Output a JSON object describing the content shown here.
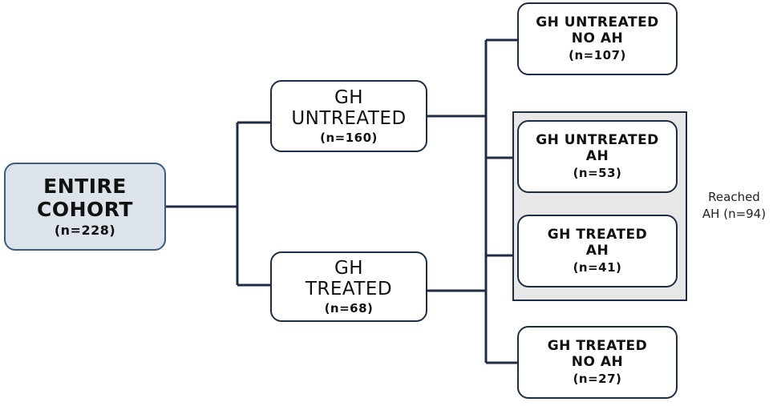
{
  "diagram": {
    "root": {
      "line1": "ENTIRE",
      "line2": "COHORT",
      "count": "(n=228)"
    },
    "gh_untreated": {
      "line1": "GH",
      "line2": "UNTREATED",
      "count": "(n=160)"
    },
    "gh_treated": {
      "line1": "GH",
      "line2": "TREATED",
      "count": "(n=68)"
    },
    "gh_untreated_no_ah": {
      "line1": "GH UNTREATED",
      "line2": "NO AH",
      "count": "(n=107)"
    },
    "gh_untreated_ah": {
      "line1": "GH UNTREATED",
      "line2": "AH",
      "count": "(n=53)"
    },
    "gh_treated_ah": {
      "line1": "GH TREATED",
      "line2": "AH",
      "count": "(n=41)"
    },
    "gh_treated_no_ah": {
      "line1": "GH TREATED",
      "line2": "NO AH",
      "count": "(n=27)"
    },
    "reached_ah": {
      "line1": "Reached",
      "line2": "AH (n=94)"
    }
  },
  "colors": {
    "connector": "#1f2d44",
    "root_fill": "#dde3eb",
    "root_border": "#3b5b85",
    "group_fill": "#e7e7e7"
  }
}
